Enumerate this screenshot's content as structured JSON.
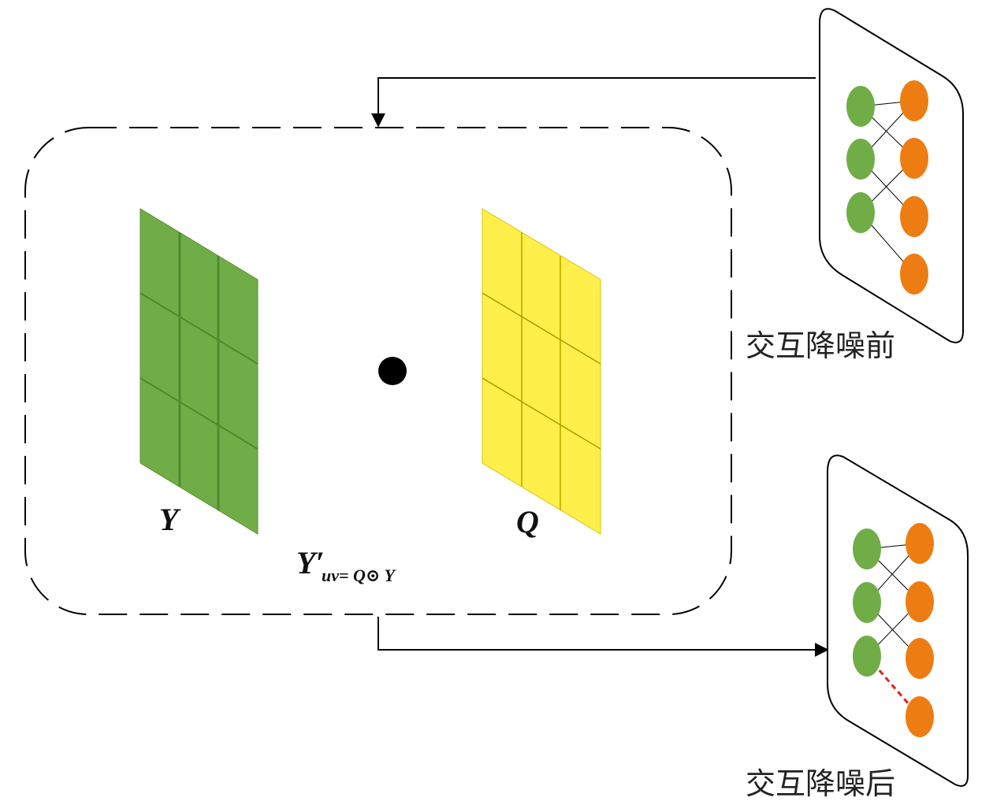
{
  "labels": {
    "matrix_y": "Y",
    "matrix_q": "Q",
    "formula_main": "Y′",
    "formula_sub": "uv= Q⊙ Y"
  },
  "panels": {
    "before": {
      "caption": "交互降噪前",
      "left_nodes": 3,
      "right_nodes": 4
    },
    "after": {
      "caption": "交互降噪后",
      "left_nodes": 3,
      "right_nodes": 4
    }
  },
  "colors": {
    "matrix_y_fill": "#70AD47",
    "matrix_y_grid": "#4E8A2E",
    "matrix_q_fill": "#FFEF4A",
    "matrix_q_grid": "#C9B800",
    "node_green": "#70AD47",
    "node_orange": "#ED7D12",
    "denoised_edge": "#E02020",
    "line": "#000000"
  }
}
